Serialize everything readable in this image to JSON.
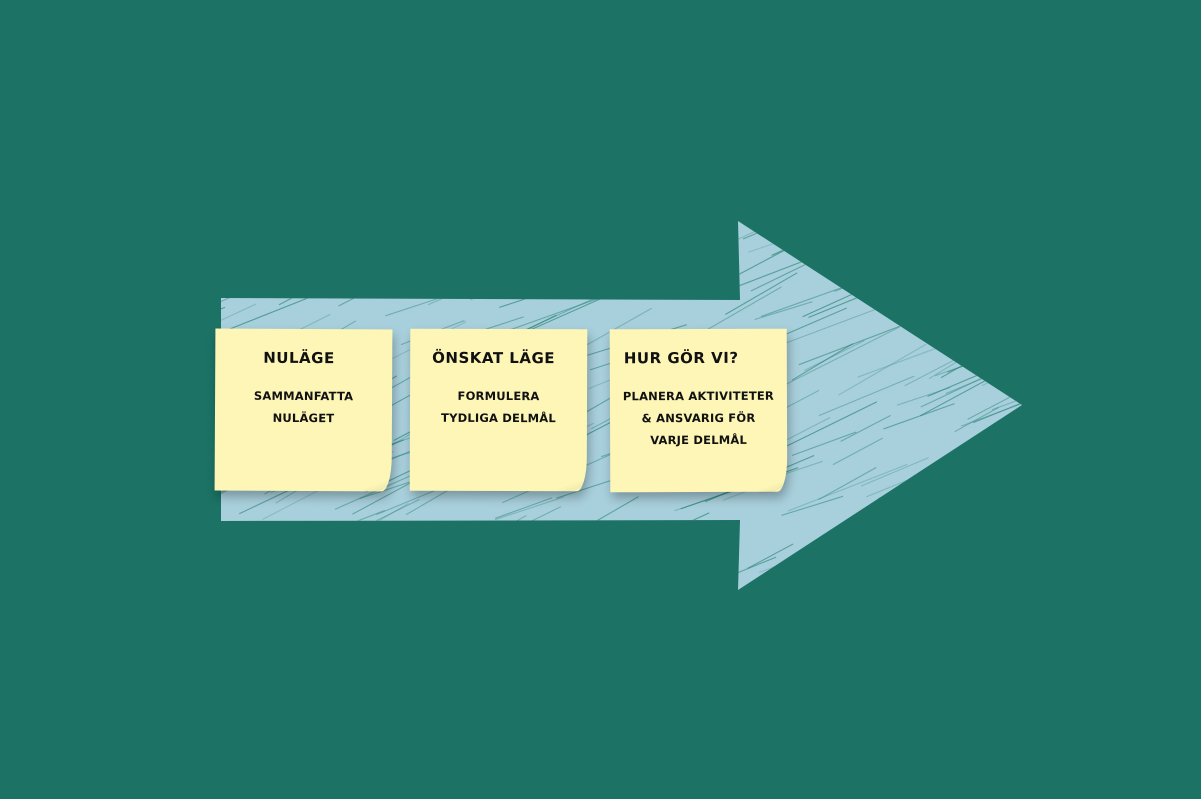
{
  "colors": {
    "background": "#1b7265",
    "arrow": "#a8cfdc",
    "arrow_hatch": "#2c8577",
    "note": "#fdf6b6"
  },
  "notes": [
    {
      "title": "NULÄGE",
      "body_lines": [
        "SAMMANFATTA",
        "NULÄGET"
      ]
    },
    {
      "title": "ÖNSKAT LÄGE",
      "body_lines": [
        "FORMULERA",
        "TYDLIGA DELMÅL"
      ]
    },
    {
      "title": "HUR GÖR VI?",
      "body_lines": [
        "PLANERA AKTIVITETER",
        "& ANSVARIG FÖR",
        "VARJE DELMÅL"
      ]
    }
  ]
}
